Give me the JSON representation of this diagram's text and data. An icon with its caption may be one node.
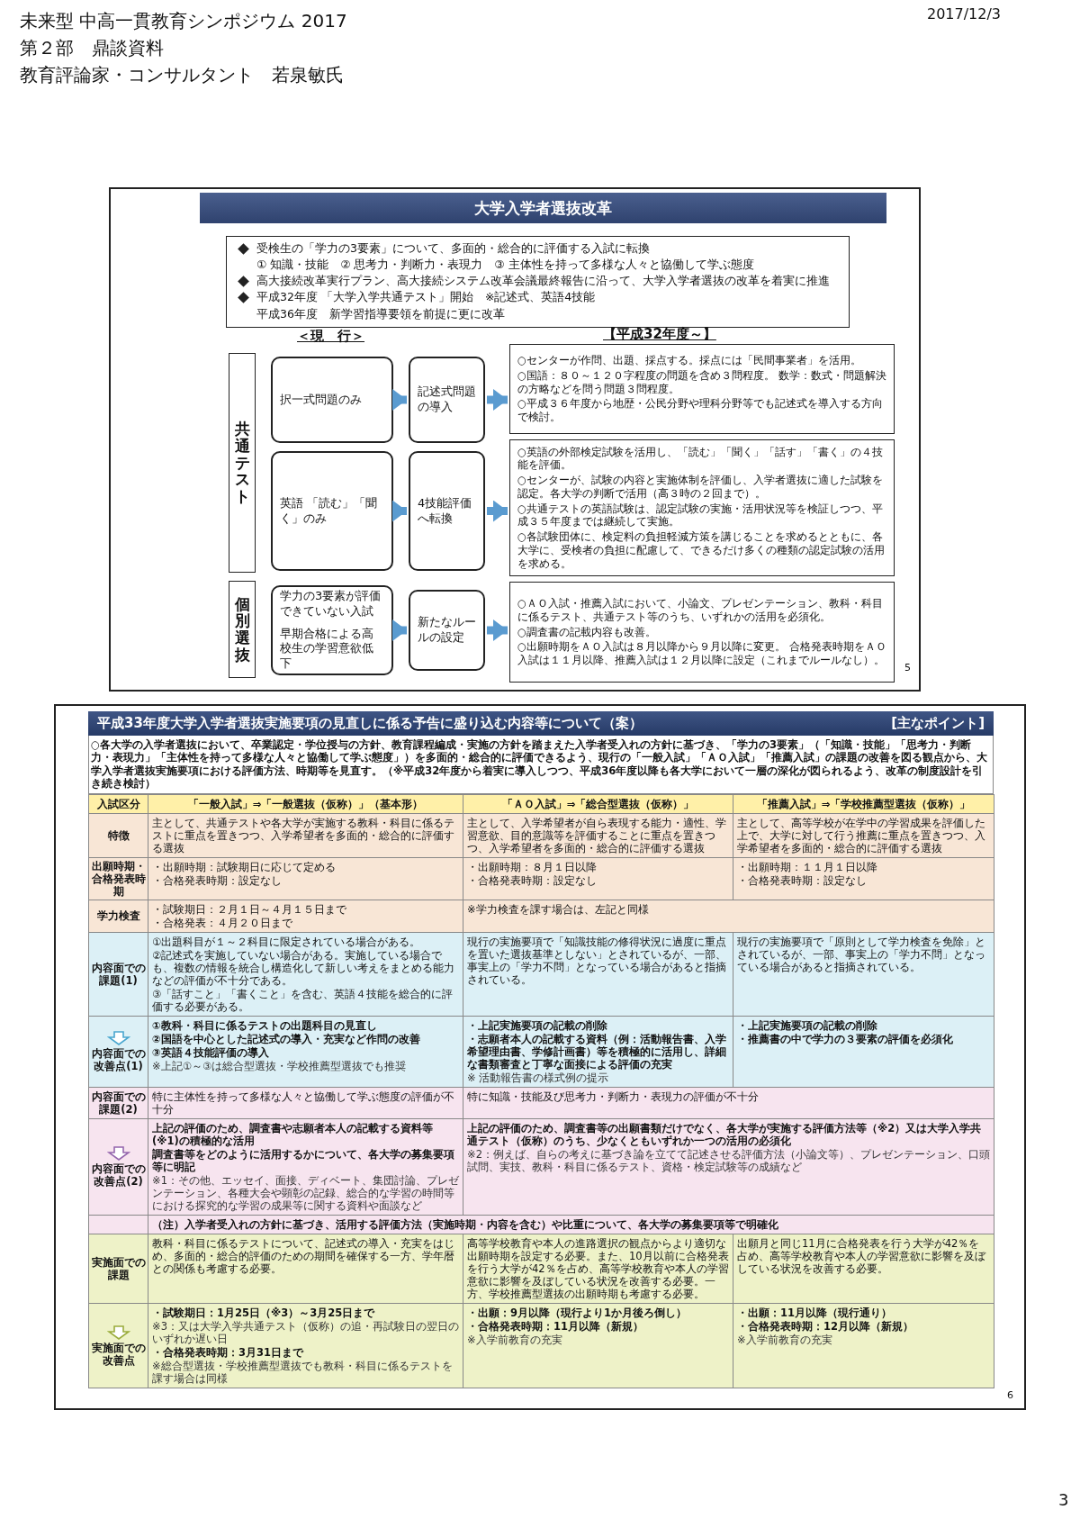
{
  "diagram": {
    "nodes": [
      {
        "text": [
          "大学入学者選抜改革"
        ]
      },
      {
        "text": [
          "受検生の「学力の3要素」について、多面的・総合的に評価する入試に転換",
          "① 知識・技能　② 思考力・判断力・表現力　③ 主体性を持って多様な人々と協働して学ぶ態度",
          "高大接続改革実行プラン、高大接続システム改革会議最終報告に沿って、大学入学者選抜の改革を着実に推進",
          "平成32年度 「大学入学共通テスト」開始　※記述式、英語4技能",
          "平成36年度　新学習指導要領を前提に更に改革"
        ]
      },
      {
        "text": [
          "共通テスト"
        ]
      },
      {
        "text": [
          "個別選抜"
        ]
      },
      {
        "text": [
          "択一式問題のみ"
        ]
      },
      {
        "text": [
          "記述式問題の導入"
        ]
      },
      {
        "text": [
          "○センターが作問、出題、採点する。採点には「民間事業者」を活用。",
          "○国語：８０～１２０字程度の問題を含め３問程度。 数学：数式・問題解決の方略などを問う問題３問程度。",
          "○平成３６年度から地歴・公民分野や理科分野等でも記述式を導入する方向で検討。"
        ]
      },
      {
        "text": [
          "英語 「読む」「聞く」のみ"
        ]
      },
      {
        "text": [
          "4技能評価へ転換"
        ]
      },
      {
        "text": [
          "○英語の外部検定試験を活用し、「読む」「聞く」「話す」「書く」の４技能を評価。",
          "○センターが、試験の内容と実施体制を評価し、入学者選抜に適した試験を認定。各大学の判断で活用（高３時の２回まで）。",
          "○共通テストの英語試験は、認定試験の実施・活用状況等を検証しつつ、平成３５年度までは継続して実施。",
          "○各試験団体に、検定料の負担軽減方策を講じることを求めるとともに、各大学に、受検者の負担に配慮して、できるだけ多くの種類の認定試験の活用を求める。"
        ]
      },
      {
        "text": [
          "学力の3要素が評価できていない入試",
          "早期合格による高校生の学習意欲低下"
        ]
      },
      {
        "text": [
          "新たなルールの設定"
        ]
      },
      {
        "text": [
          "○ＡＯ入試・推薦入試において、小論文、プレゼンテーション、教科・科目に係るテスト、共通テスト等のうち、いずれかの活用を必須化。",
          "○調査書の記載内容も改善。",
          "○出願時期をＡＯ入試は８月以降から９月以降に変更。 合格発表時期をＡＯ入試は１１月以降、推薦入試は１２月以降に設定（これまでルールなし）。"
        ]
      },
      {
        "text": [
          "平成33年度大学入学者選抜実施要項の見直しに係る予告に盛り込む内容等について（案）",
          "[主なポイント]"
        ]
      }
    ],
    "edges": [
      {
        "from": 4,
        "to": 5,
        "arrow": "to"
      },
      {
        "from": 5,
        "to": 6,
        "arrow": "to"
      },
      {
        "from": 7,
        "to": 8,
        "arrow": "to"
      },
      {
        "from": 8,
        "to": 9,
        "arrow": "to"
      },
      {
        "from": 10,
        "to": 11,
        "arrow": "to"
      },
      {
        "from": 11,
        "to": 12,
        "arrow": "to"
      }
    ],
    "labels": [
      "未来型 中高一貫教育シンポジウム 2017",
      "2017/12/3",
      "第２部　鼎談資料",
      "教育評論家・コンサルタント　若泉敏氏",
      "＜現　行＞",
      "【平成32年度～】",
      "5",
      "○各大学の入学者選抜において、卒業認定・学位授与の方針、教育課程編成・実施の方針を踏まえた入学者受入れの方針に基づき、「学力の3要素」（「知識・技能」「思考力・判断力・表現力」「主体性を持って多様な人々と協働して学ぶ態度」）を多面的・総合的に評価できるよう、現行の「一般入試」「ＡＯ入試」「推薦入試」の課題の改善を図る観点から、大学入学者選抜実施要項における評価方法、時期等を見直す。（※平成32年度から着実に導入しつつ、平成36年度以降も各大学において一層の深化が図られるよう、改革の制度設計を引き続き検討）",
      "入試区分",
      "「一般入試」⇒「一般選抜（仮称）」（基本形）",
      "「ＡＯ入試」⇒「総合型選抜（仮称）」",
      "「推薦入試」⇒「学校推薦型選抜（仮称）」",
      "特徴",
      "主として、共通テストや各大学が実施する教科・科目に係るテストに重点を置きつつ、入学希望者を多面的・総合的に評価する選抜",
      "主として、入学希望者が自ら表現する能力・適性、学習意欲、目的意識等を評価することに重点を置きつつ、入学希望者を多面的・総合的に評価する選抜",
      "主として、高等学校が在学中の学習成果を評価した上で、大学に対して行う推薦に重点を置きつつ、入学希望者を多面的・総合的に評価する選抜",
      "出願時期・合格発表時期",
      "・出願時期：試験期日に応じて定める",
      "・合格発表時期：設定なし",
      "・出願時期：８月１日以降",
      "・合格発表時期：設定なし",
      "・出願時期：１１月１日以降",
      "・合格発表時期：設定なし",
      "学力検査",
      "・試験期日：２月１日～４月１５日まで",
      "・合格発表：４月２０日まで",
      "※学力検査を課す場合は、左記と同様",
      "内容面での課題(1)",
      "①出題科目が１～２科目に限定されている場合がある。",
      "②記述式を実施していない場合がある。実施している場合でも、複数の情報を統合し構造化して新しい考えをまとめる能力などの評価が不十分である。",
      "③「話すこと」「書くこと」を含む、英語４技能を総合的に評価する必要がある。",
      "現行の実施要項で「知識技能の修得状況に過度に重点を置いた選抜基準としない」とされているが、一部、事実上の「学力不問」となっている場合があると指摘されている。",
      "現行の実施要項で「原則として学力検査を免除」とされているが、一部、事実上の「学力不問」となっている場合があると指摘されている。",
      "内容面での改善点(1)",
      "①教科・科目に係るテストの出題科目の見直し",
      "②国語を中心とした記述式の導入・充実など作問の改善",
      "③英語４技能評価の導入",
      "※上記①～③は総合型選抜・学校推薦型選抜でも推奨",
      "・上記実施要項の記載の削除",
      "・志願者本人の記載する資料（例：活動報告書、入学希望理由書、学修計画書）等を積極的に活用し、詳細な書類審査と丁寧な面接による評価の充実",
      "※ 活動報告書の様式例の提示",
      "・上記実施要項の記載の削除",
      "・推薦書の中で学力の３要素の評価を必須化",
      "内容面での課題(2)",
      "特に主体性を持って多様な人々と協働して学ぶ態度の評価が不十分",
      "特に知識・技能及び思考力・判断力・表現力の評価が不十分",
      "内容面での改善点(2)",
      "上記の評価のため、調査書や志願者本人の記載する資料等(※1)の積極的な活用",
      "調査書等をどのように活用するかについて、各大学の募集要項等に明記",
      "※1：その他、エッセイ、面接、ディベート、集団討論、プレゼンテーション、各種大会や顕彰の記録、総合的な学習の時間等における探究的な学習の成果等に関する資料や面談など",
      "上記の評価のため、調査書等の出願書類だけでなく、各大学が実施する評価方法等（※2）又は大学入学共通テスト（仮称）のうち、少なくともいずれか一つの活用の必須化",
      "※2：例えば、自らの考えに基づき論を立てて記述させる評価方法（小論文等）、プレゼンテーション、口頭試問、実技、教科・科目に係るテスト、資格・検定試験等の成績など",
      "（注）入学者受入れの方針に基づき、活用する評価方法（実施時期・内容を含む）や比重について、各大学の募集要項等で明確化",
      "実施面での課題",
      "教科・科目に係るテストについて、記述式の導入・充実をはじめ、多面的・総合的評価のための期間を確保する一方、学年暦との関係も考慮する必要。",
      "高等学校教育や本人の進路選択の観点からより適切な出願時期を設定する必要。また、10月以前に合格発表を行う大学が42％を占め、高等学校教育や本人の学習意欲に影響を及ぼしている状況を改善する必要。一方、学校推薦型選抜の出願時期も考慮する必要。",
      "出願月と同じ11月に合格発表を行う大学が42％を占め、高等学校教育や本人の学習意欲に影響を及ぼしている状況を改善する必要。",
      "実施面での改善点",
      "・試験期日：1月25日（※3）～3月25日まで",
      "※3：又は大学入学共通テスト（仮称）の追・再試験日の翌日のいずれか遅い日",
      "・合格発表時期：3月31日まで",
      "※総合型選抜・学校推薦型選抜でも教科・科目に係るテストを課す場合は同様",
      "・出願：9月以降（現行より1か月後ろ倒し）",
      "・合格発表時期：11月以降（新規）",
      "※入学前教育の充実",
      "・出願：11月以降（現行通り）",
      "・合格発表時期：12月以降（新規）",
      "※入学前教育の充実",
      "6",
      "3"
    ]
  }
}
